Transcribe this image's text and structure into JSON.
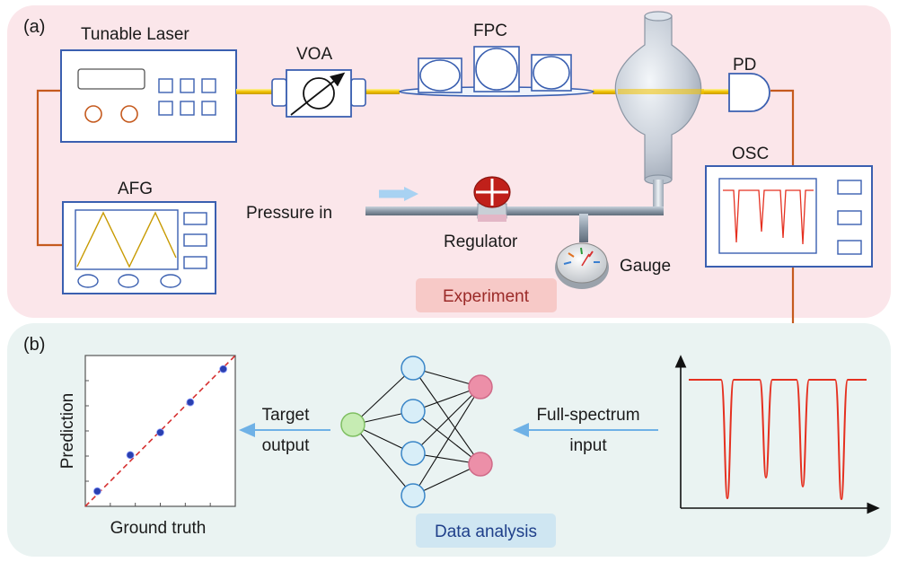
{
  "panel_a": {
    "label": "(a)",
    "tunable_laser": "Tunable Laser",
    "voa": "VOA",
    "fpc": "FPC",
    "pd": "PD",
    "afg": "AFG",
    "osc": "OSC",
    "pressure_in": "Pressure in",
    "regulator": "Regulator",
    "gauge": "Gauge",
    "badge": "Experiment"
  },
  "panel_b": {
    "label": "(b)",
    "xlabel": "Ground truth",
    "ylabel": "Prediction",
    "target_output_line1": "Target",
    "target_output_line2": "output",
    "full_spectrum_line1": "Full-spectrum",
    "full_spectrum_line2": "input",
    "badge": "Data analysis"
  },
  "colors": {
    "panel_a_bg": "#fbe6ea",
    "panel_b_bg": "#eaf3f2",
    "device_border": "#3a5fb0",
    "wire": "#c55a1e",
    "fiber": "#f2c200",
    "spectrum": "#e53020",
    "arrow_blue": "#6fb1e6",
    "neuron_blue": "#d8eef8",
    "neuron_pink": "#ec8fa8",
    "neuron_green": "#c6ecb3"
  },
  "chart_data": {
    "type": "scatter",
    "xlabel": "Ground truth",
    "ylabel": "Prediction",
    "x": [
      0.08,
      0.3,
      0.5,
      0.7,
      0.92
    ],
    "y": [
      0.1,
      0.34,
      0.49,
      0.69,
      0.91
    ],
    "fit_line": "dashed diagonal y = x",
    "point_color": "#2a3fb0",
    "line_color": "#d63030"
  }
}
